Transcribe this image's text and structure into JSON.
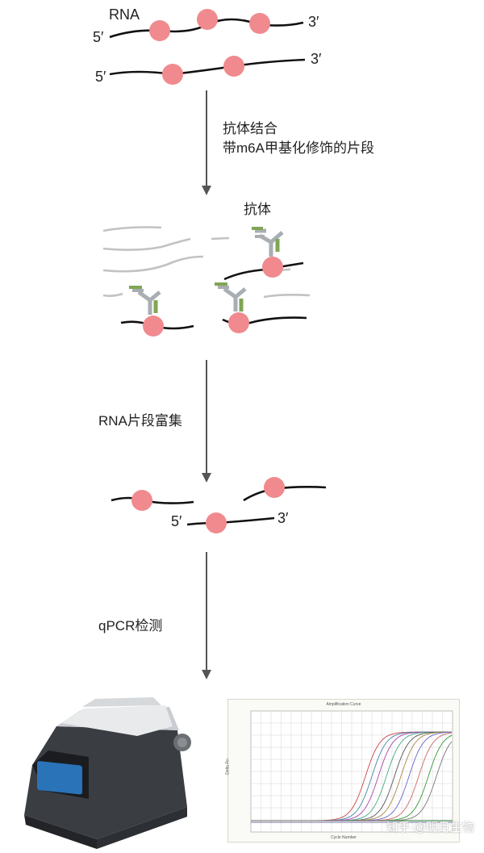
{
  "labels": {
    "rna": "RNA",
    "five_prime": "5′",
    "three_prime": "3′",
    "antibody": "抗体"
  },
  "steps": {
    "step1_line1": "抗体结合",
    "step1_line2": "带m6A甲基化修饰的片段",
    "step2": "RNA片段富集",
    "step3": "qPCR检测"
  },
  "chart_panel": {
    "title": "Amplification Curve",
    "xlabel": "Cycle Number",
    "ylabel": "Delta Rn"
  },
  "watermark": "知乎 @明月生物",
  "colors": {
    "strand": "#111111",
    "methyl_dot": "#f08a8e",
    "antibody_grey": "#a9aeb3",
    "antibody_green": "#7fa654",
    "faded_strand": "#c2c2c2",
    "arrow": "#555555"
  }
}
